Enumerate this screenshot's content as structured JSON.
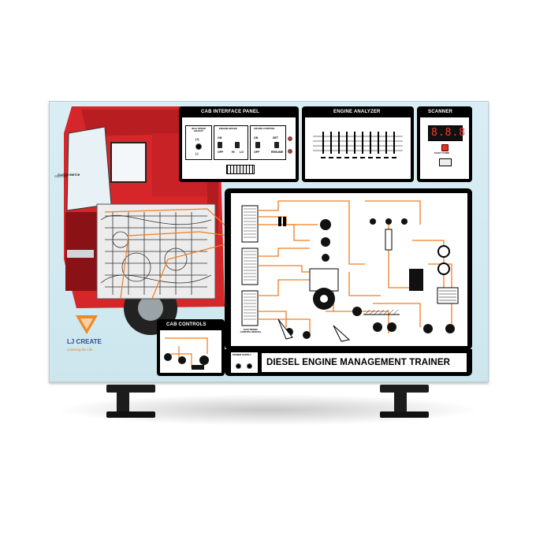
{
  "panels": {
    "cab_interface": {
      "title": "CAB INTERFACE PANEL",
      "groups": [
        {
          "title": "IDLE SPEED ADJUST",
          "labels": [
            "(+)",
            "(-)"
          ]
        },
        {
          "title": "ENGINE BRAKE",
          "labels": [
            "ON",
            "OFF",
            "HI",
            "LO"
          ]
        },
        {
          "title": "CRUISE CONTROL",
          "labels": [
            "ON",
            "SET",
            "OFF",
            "RESUME"
          ]
        }
      ]
    },
    "engine_analyzer": {
      "title": "ENGINE ANALYZER"
    },
    "scanner": {
      "title": "SCANNER",
      "button_label": "FAULT CODE"
    },
    "cab_controls": {
      "title": "CAB CONTROLS"
    },
    "power_supply": {
      "title": "POWER SUPPLY"
    },
    "main_title": "DIESEL ENGINE MANAGEMENT TRAINER",
    "ecm_label": "ELECTRONIC CONTROL MODULE"
  },
  "truck": {
    "callout_label": "CLUTCH SWITCH"
  },
  "brand": {
    "name": "LJ CREATE",
    "tagline": "Learning for Life",
    "colors": {
      "accent": "#f08a24",
      "blue": "#2a4f8e"
    }
  },
  "colors": {
    "wire": "#f07d22",
    "board": "#d3ebf2",
    "truck_red": "#d7262a",
    "panel_black": "#000000"
  }
}
